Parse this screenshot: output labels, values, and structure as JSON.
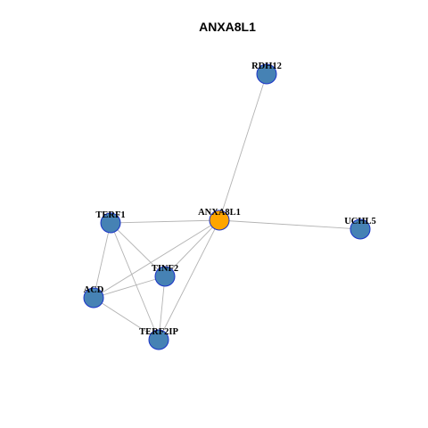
{
  "title": "ANXA8L1",
  "colors": {
    "focus_node": "#ffa500",
    "other_node": "#4682b4",
    "node_border": "#1a33c8",
    "edge": "#b3b3b3"
  },
  "nodes": [
    {
      "id": "ANXA8L1",
      "label": "ANXA8L1",
      "focus": true
    },
    {
      "id": "RDH12",
      "label": "RDH12",
      "focus": false
    },
    {
      "id": "TERF1",
      "label": "TERF1",
      "focus": false
    },
    {
      "id": "UCHL5",
      "label": "UCHL5",
      "focus": false
    },
    {
      "id": "TINF2",
      "label": "TINF2",
      "focus": false
    },
    {
      "id": "ACD",
      "label": "ACD",
      "focus": false
    },
    {
      "id": "TERF2IP",
      "label": "TERF2IP",
      "focus": false
    }
  ],
  "edges": [
    [
      "ANXA8L1",
      "RDH12"
    ],
    [
      "ANXA8L1",
      "UCHL5"
    ],
    [
      "ANXA8L1",
      "TERF1"
    ],
    [
      "ANXA8L1",
      "TINF2"
    ],
    [
      "ANXA8L1",
      "ACD"
    ],
    [
      "ANXA8L1",
      "TERF2IP"
    ],
    [
      "TERF1",
      "TINF2"
    ],
    [
      "TERF1",
      "ACD"
    ],
    [
      "TERF1",
      "TERF2IP"
    ],
    [
      "TINF2",
      "ACD"
    ],
    [
      "TINF2",
      "TERF2IP"
    ],
    [
      "ACD",
      "TERF2IP"
    ]
  ]
}
